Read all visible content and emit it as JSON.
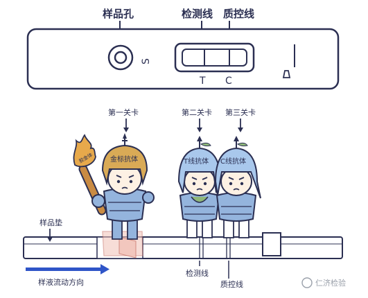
{
  "cassette": {
    "sample_well_label": "样品孔",
    "test_line_label": "检测线",
    "control_line_label": "质控线",
    "s_mark": "S",
    "t_mark": "T",
    "c_mark": "C"
  },
  "checkpoints": {
    "first": "第一关卡",
    "second": "第二关卡",
    "third": "第三关卡"
  },
  "soldiers": {
    "gold_helmet": "金标抗体",
    "t_helmet": "T线抗体",
    "c_helmet": "C线抗体",
    "torch_text": "胶金体"
  },
  "strip": {
    "sample_pad": "样品垫",
    "test_line": "检测线",
    "control_line": "质控线",
    "flow_direction": "样液流动方向"
  },
  "watermark": "仁济检验",
  "colors": {
    "outline": "#2b2f52",
    "helmet_blue": "#a9c8ec",
    "armor_blue": "#94b4dd",
    "gold": "#d9aa56",
    "flow_arrow": "#2f55c8",
    "pad_pink": "#f2c2b8",
    "scarf_green": "#8fb77a"
  }
}
